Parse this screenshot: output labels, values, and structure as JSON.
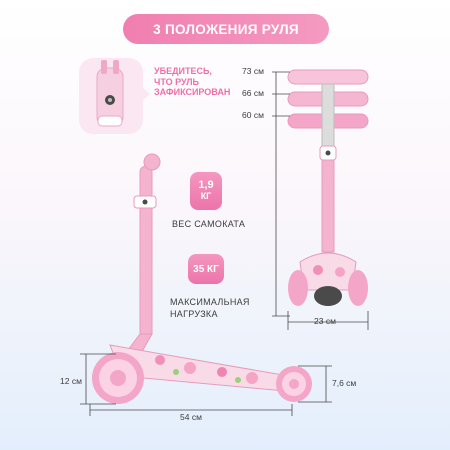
{
  "banner": {
    "title": "3 ПОЛОЖЕНИЯ РУЛЯ"
  },
  "lock_note": {
    "line1": "УБЕДИТЕСЬ,",
    "line2": "ЧТО РУЛЬ",
    "line3": "ЗАФИКСИРОВАН"
  },
  "weight": {
    "value": "1,9",
    "unit": "КГ",
    "label": "ВЕС САМОКАТА"
  },
  "load": {
    "value": "35 КГ",
    "label_line1": "МАКСИМАЛЬНАЯ",
    "label_line2": "НАГРУЗКА"
  },
  "heights": {
    "h1": "73 см",
    "h2": "66 см",
    "h3": "60 см"
  },
  "dimensions": {
    "width": "23 см",
    "length": "54 см",
    "deck_height": "12 см",
    "rear_height": "7,6 см"
  },
  "colors": {
    "accent": "#f07fb0",
    "scooter_pink": "#f4b3cf",
    "dark": "#4a4a4a"
  }
}
